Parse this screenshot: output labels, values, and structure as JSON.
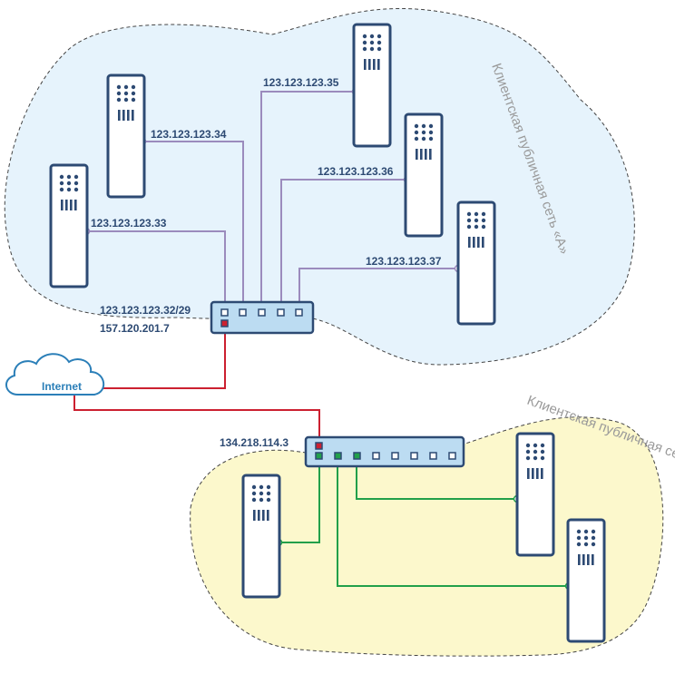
{
  "network_a": {
    "label": "Клиентская публичная сеть «А»",
    "servers": [
      {
        "ip": "123.123.123.33"
      },
      {
        "ip": "123.123.123.34"
      },
      {
        "ip": "123.123.123.35"
      },
      {
        "ip": "123.123.123.36"
      },
      {
        "ip": "123.123.123.37"
      }
    ],
    "switch": {
      "subnet": "123.123.123.32/29",
      "uplink_ip": "157.120.201.7"
    }
  },
  "internet": {
    "label": "Internet"
  },
  "network_b": {
    "label": "Клиентская публичная сеть «Б»",
    "switch": {
      "uplink_ip": "134.218.114.3"
    }
  },
  "colors": {
    "zone_a_fill": "#e6f3fc",
    "zone_b_fill": "#fcf8cc",
    "link_a": "#9b8bbd",
    "link_internet": "#cc2030",
    "link_b": "#22a04a",
    "device_stroke": "#2d4a73",
    "switch_fill": "#bcdcf2"
  }
}
